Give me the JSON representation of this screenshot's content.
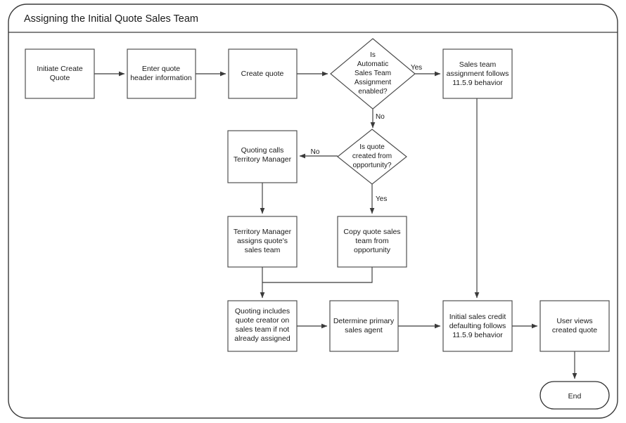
{
  "diagram": {
    "title": "Assigning the Initial Quote Sales Team",
    "nodes": {
      "initiate_create_quote": {
        "lines": [
          "Initiate Create",
          "Quote"
        ]
      },
      "enter_quote_header": {
        "lines": [
          "Enter quote",
          "header information"
        ]
      },
      "create_quote": {
        "lines": [
          "Create quote"
        ]
      },
      "auto_sales_team_decision": {
        "lines": [
          "Is",
          "Automatic",
          "Sales Team",
          "Assignment",
          "enabled?"
        ]
      },
      "sales_team_assignment": {
        "lines": [
          "Sales team",
          "assignment follows",
          "11.5.9 behavior"
        ]
      },
      "quote_from_opportunity_decision": {
        "lines": [
          "Is quote",
          "created from",
          "opportunity?"
        ]
      },
      "quoting_calls_territory_manager": {
        "lines": [
          "Quoting calls",
          "Territory Manager"
        ]
      },
      "territory_manager_assigns": {
        "lines": [
          "Territory Manager",
          "assigns quote's",
          "sales team"
        ]
      },
      "copy_quote_sales_team": {
        "lines": [
          "Copy quote sales",
          "team from",
          "opportunity"
        ]
      },
      "quoting_includes_creator": {
        "lines": [
          "Quoting includes",
          "quote creator on",
          "sales team if not",
          "already assigned"
        ]
      },
      "determine_primary_agent": {
        "lines": [
          "Determine primary",
          "sales agent"
        ]
      },
      "initial_sales_credit": {
        "lines": [
          "Initial sales credit",
          "defaulting follows",
          "11.5.9 behavior"
        ]
      },
      "user_views_quote": {
        "lines": [
          "User views",
          "created quote"
        ]
      },
      "end_terminator": {
        "lines": [
          "End"
        ]
      }
    },
    "edge_labels": {
      "auto_yes": "Yes",
      "auto_no": "No",
      "opportunity_no": "No",
      "opportunity_yes": "Yes"
    },
    "colors": {
      "background": "#ffffff",
      "node_stroke": "#4a4a4a",
      "frame_stroke": "#3a3a3a",
      "text": "#1a1a1a"
    }
  }
}
